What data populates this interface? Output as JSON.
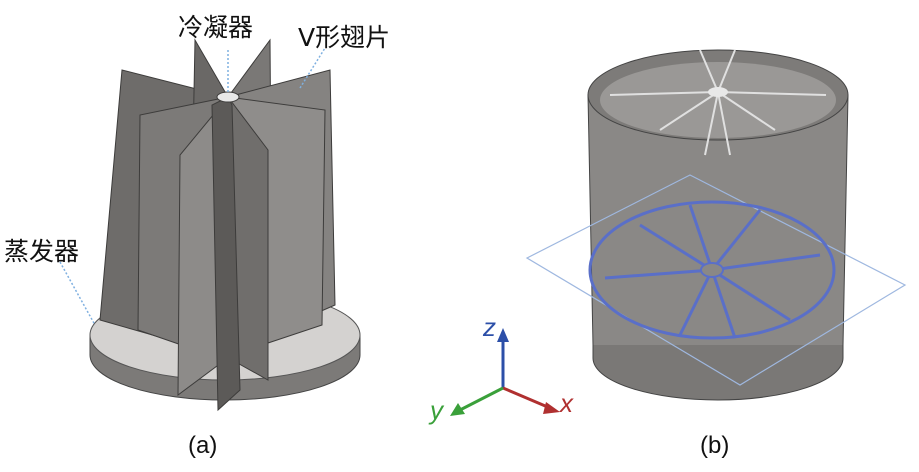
{
  "figure_a": {
    "caption": "(a)",
    "labels": {
      "condenser": "冷凝器",
      "fins": "V形翅片",
      "evaporator": "蒸发器"
    }
  },
  "figure_b": {
    "caption": "(b)"
  },
  "axes": {
    "z": "z",
    "y": "y",
    "x": "x"
  },
  "colors": {
    "body": "#8a8886",
    "fin_dark": "#6f6d6b",
    "base_top": "#d4d2d0",
    "plane": "#9fb8e0",
    "sketch": "#5a6fc8",
    "z_axis": "#2c4fa8",
    "y_axis": "#3aa03a",
    "x_axis": "#b03030"
  }
}
